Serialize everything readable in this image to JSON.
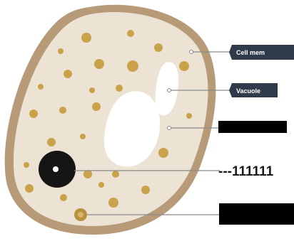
{
  "diagram": {
    "labels": {
      "cell_membrane": "Cell mem",
      "vacuole": "Vacuole",
      "redacted_1": "",
      "nucleus_dashes": "---111111",
      "redacted_2": ""
    },
    "colors": {
      "membrane": "#b79a78",
      "cytoplasm": "#ece3d4",
      "granule": "#c9a24a",
      "vacuole": "#ffffff",
      "nucleus": "#151515",
      "nucleolus": "#ffffff",
      "callout_box": "#2f3a4a",
      "leader_line": "#8a8a8a",
      "redaction": "#000000"
    }
  }
}
